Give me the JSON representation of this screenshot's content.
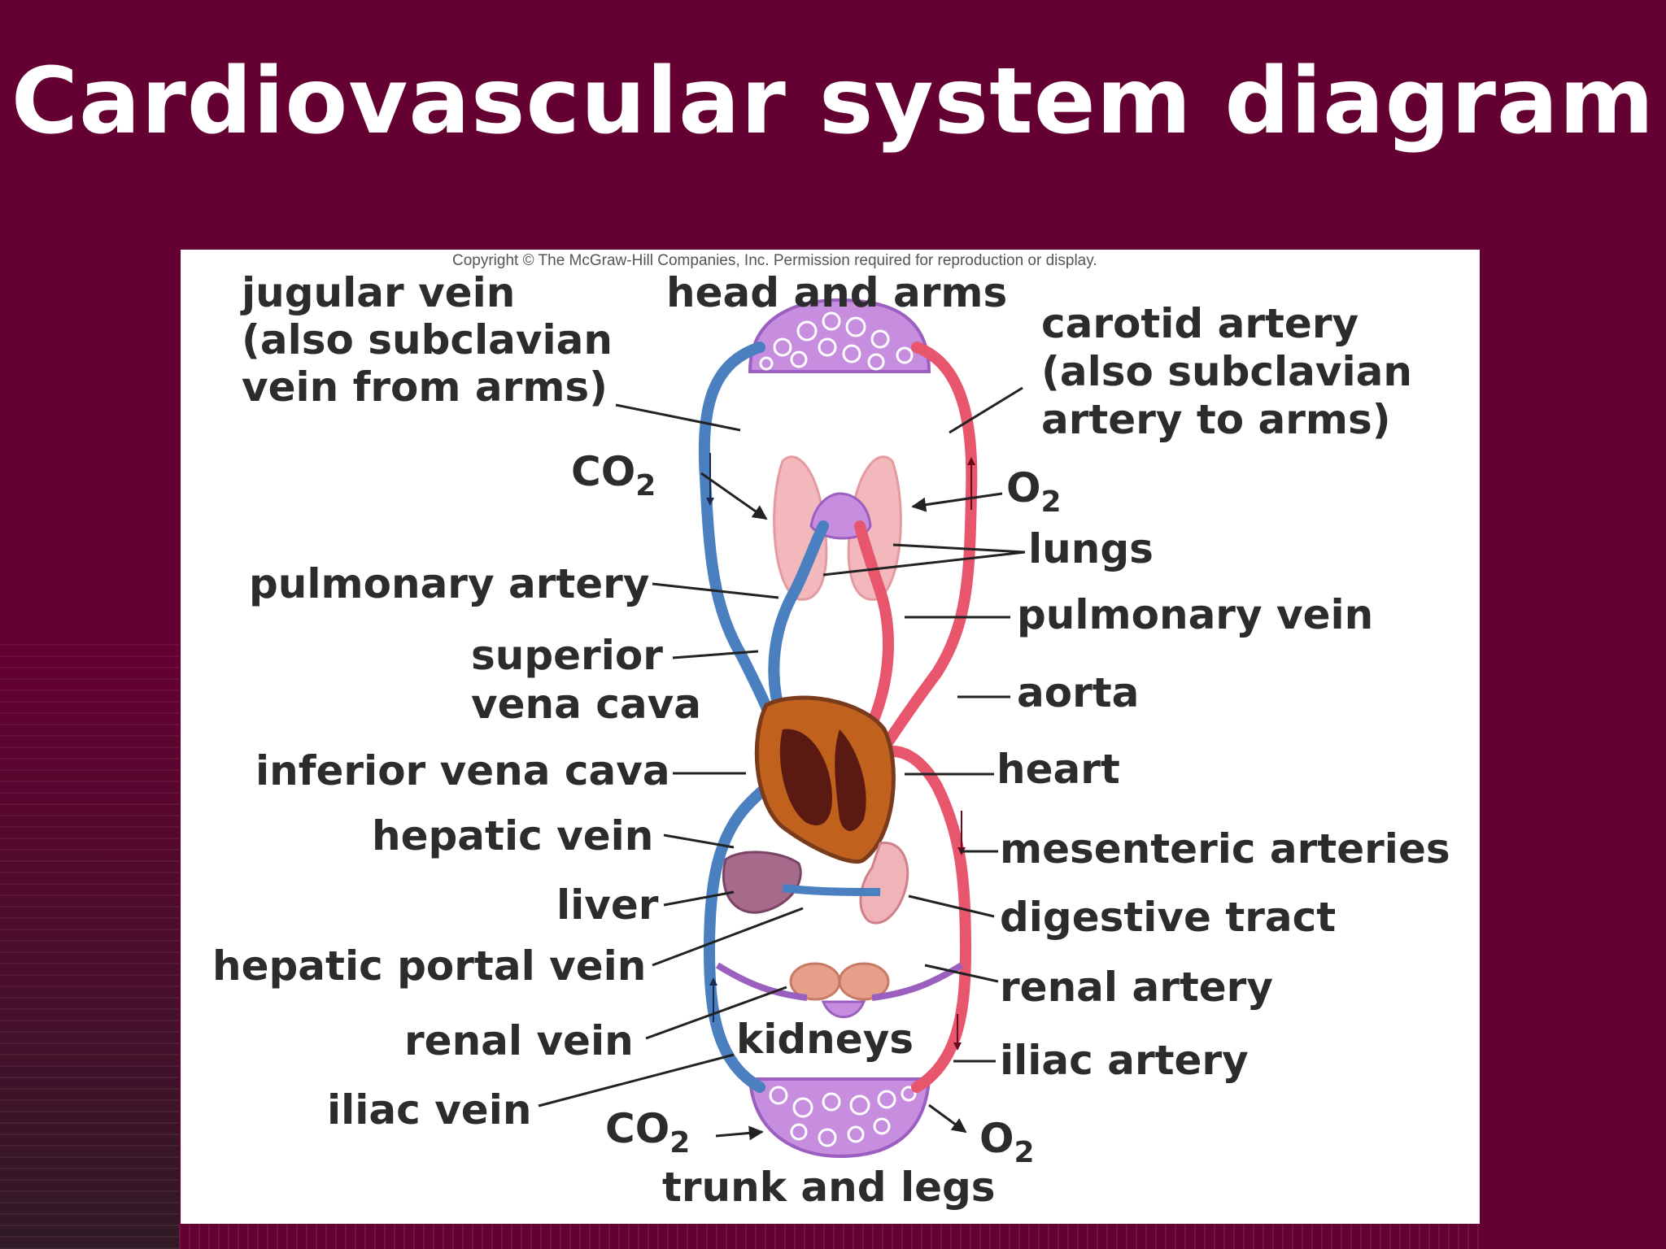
{
  "title": "Cardiovascular system diagram",
  "copyright": "Copyright © The McGraw-Hill Companies, Inc. Permission required for reproduction or display.",
  "labels": {
    "jugular_1": "jugular vein",
    "jugular_2": "(also subclavian",
    "jugular_3": "vein from arms)",
    "head_and_arms": "head and arms",
    "carotid_1": "carotid artery",
    "carotid_2": "(also subclavian",
    "carotid_3": "artery to arms)",
    "co2_top": "CO",
    "o2_top": "O",
    "lungs": "lungs",
    "pulmonary_artery": "pulmonary artery",
    "pulmonary_vein": "pulmonary vein",
    "superior_1": "superior",
    "superior_2": "vena cava",
    "aorta": "aorta",
    "inferior_vena_cava": "inferior vena cava",
    "heart": "heart",
    "hepatic_vein": "hepatic vein",
    "mesenteric_arteries": "mesenteric arteries",
    "liver": "liver",
    "digestive_tract": "digestive tract",
    "hepatic_portal_vein": "hepatic portal vein",
    "renal_artery": "renal artery",
    "renal_vein": "renal vein",
    "kidneys": "kidneys",
    "iliac_artery": "iliac artery",
    "iliac_vein": "iliac vein",
    "co2_bottom": "CO",
    "o2_bottom": "O",
    "trunk_and_legs": "trunk and legs",
    "subscript_2": "2"
  },
  "colors": {
    "background": "#650032",
    "vein_blue": "#4a7fc0",
    "artery_red": "#e8566e",
    "capillary_purple": "#b07ac8",
    "heart_brown": "#7a3a1c"
  }
}
